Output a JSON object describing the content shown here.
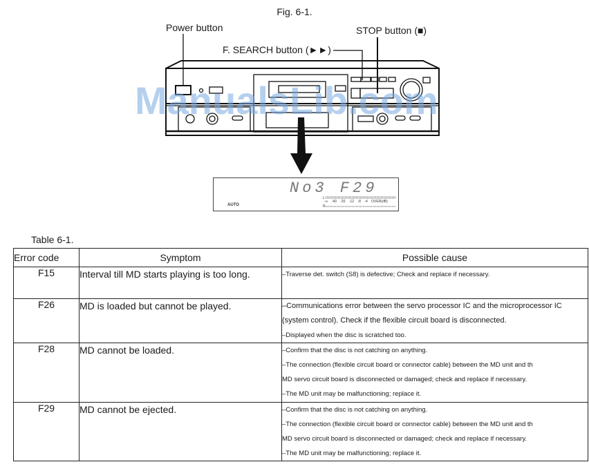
{
  "figure": {
    "caption": "Fig. 6-1.",
    "callouts": {
      "power": "Power button",
      "stop": "STOP button (■)",
      "fsearch": "F. SEARCH button (►►)"
    },
    "watermark": "ManualsLib.com",
    "display": {
      "readout": "No3 F29",
      "mode": "AUTO",
      "meter_scale": "-∞ -40 -20 -12 -8 -4 OVER(dB)",
      "channel_labels": [
        "L",
        "R"
      ]
    }
  },
  "table": {
    "title": "Table 6-1.",
    "headers": [
      "Error code",
      "Symptom",
      "Possible cause"
    ],
    "rows": [
      {
        "code": "F15",
        "symptom": "Interval till MD starts playing is too long.",
        "causes": [
          "–Traverse det. switch (S8) is defective; Check and replace if necessary."
        ]
      },
      {
        "code": "F26",
        "symptom": "MD is loaded but cannot be played.",
        "causes": [
          "–Communications error between the servo processor IC and the microprocessor IC",
          "(system control). Check if the flexible circuit board is disconnected.",
          "–Displayed when the disc is scratched too."
        ]
      },
      {
        "code": "F28",
        "symptom": "MD cannot be loaded.",
        "causes": [
          "–Confirm that the disc is not catching on anything.",
          "–The connection (flexible circuit board or connector cable) between the MD unit and th",
          "MD servo circuit board is disconnected or damaged; check and replace if necessary.",
          "–The MD unit may be malfunctioning; replace it."
        ]
      },
      {
        "code": "F29",
        "symptom": "MD cannot be ejected.",
        "causes": [
          "–Confirm that the disc is not catching on anything.",
          "–The connection (flexible circuit board or connector cable) between the MD unit and th",
          "MD servo circuit board is disconnected or damaged; check and replace if necessary.",
          "–The MD unit may be malfunctioning; replace it."
        ]
      }
    ]
  }
}
